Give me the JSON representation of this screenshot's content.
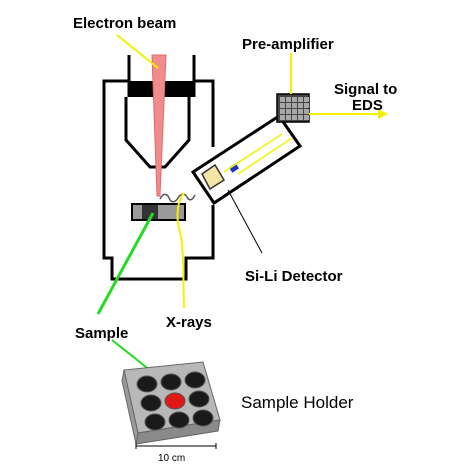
{
  "labels": {
    "electron_beam": "Electron beam",
    "pre_amplifier": "Pre-amplifier",
    "signal_to_line1": "Signal to",
    "signal_to_line2": "EDS",
    "si_li_detector": "Si-Li Detector",
    "x_rays": "X-rays",
    "sample": "Sample",
    "sample_holder": "Sample Holder",
    "scale_bar": "10 cm"
  },
  "colors": {
    "electron_beam": "#f08c8c",
    "leader_line_yellow": "#f2f200",
    "sample_leader_green": "#22dd22",
    "signal_wire": "#f2f200",
    "detector_crystal": "#2030c0",
    "highlighted_well": "#e01818",
    "chamber_outline": "#000000"
  }
}
